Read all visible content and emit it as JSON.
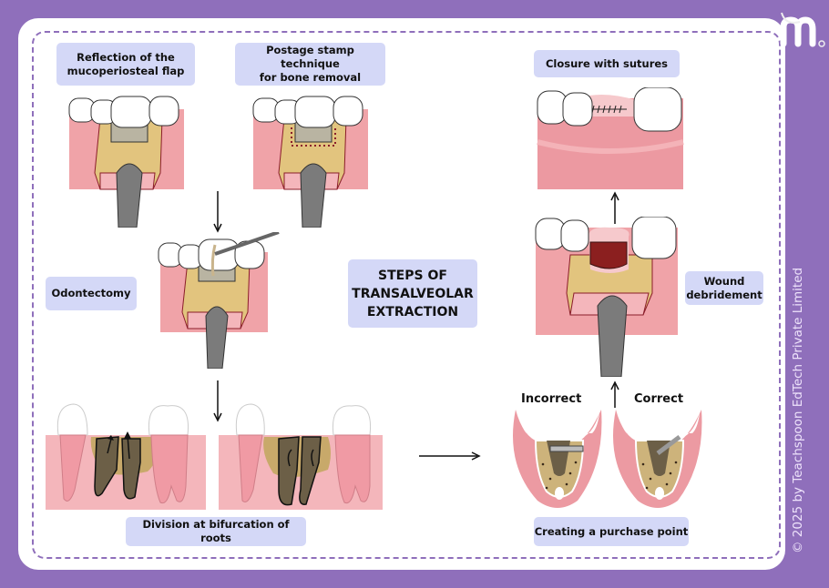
{
  "title": "STEPS OF TRANSALVEOLAR EXTRACTION",
  "title_lines": [
    "STEPS OF",
    "TRANSALVEOLAR",
    "EXTRACTION"
  ],
  "steps": [
    {
      "label": "Reflection of the mucoperiosteal flap",
      "lines": [
        "Reflection of the",
        "mucoperiosteal flap"
      ]
    },
    {
      "label": "Postage stamp technique for bone removal",
      "lines": [
        "Postage stamp technique",
        "for bone removal"
      ]
    },
    {
      "label": "Odontectomy"
    },
    {
      "label": "Division at bifurcation of roots"
    },
    {
      "label": "Creating a purchase point",
      "sub_labels": [
        "Incorrect",
        "Correct"
      ]
    },
    {
      "label": "Wound debridement",
      "lines": [
        "Wound",
        "debridement"
      ]
    },
    {
      "label": "Closure with sutures"
    }
  ],
  "copyright": "© 2025 by Teachspoon EdTech Private Limited",
  "logo_letter": "m",
  "colors": {
    "frame": "#8f6fbb",
    "label_bg": "#d4d8f7",
    "gum": "#f0a3a8",
    "bone": "#e2c47e",
    "tooth": "#ffffff",
    "instrument": "#7b7b7b",
    "socket": "#7a1c1c"
  }
}
